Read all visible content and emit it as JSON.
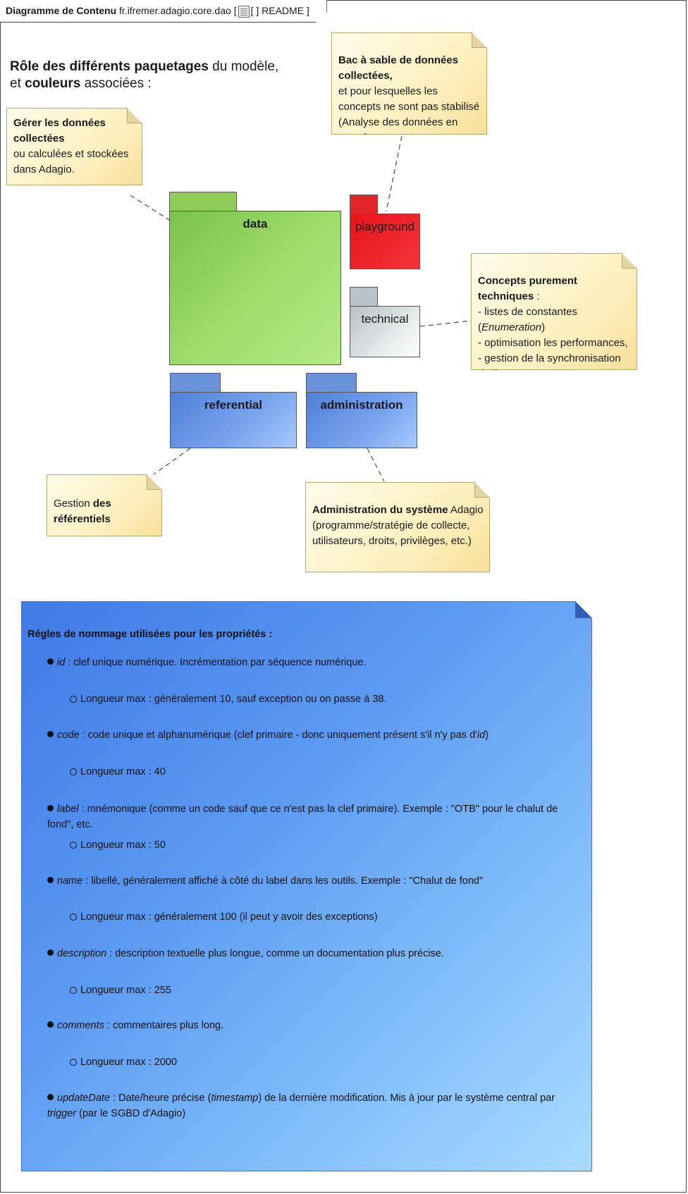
{
  "frame": {
    "kind": "Diagramme de Contenu",
    "package": "fr.ifremer.adagio.core.dao",
    "bracket_open": "[",
    "icon": "document-icon",
    "readme": "[ ] README ]"
  },
  "intro": {
    "bold1": "Rôle des différents paquetages",
    "text1": " du modèle,",
    "text2": "et ",
    "bold2": "couleurs",
    "text3": " associées :"
  },
  "notes": {
    "data": {
      "bold": "Gérer les données collectées",
      "text": "ou calculées et stockées dans Adagio."
    },
    "playground": {
      "bold": "Bac à sable de données collectées,",
      "text": "et pour lesquelles les concepts ne sont pas stabilisé (Analyse des données en cours)."
    },
    "technical": {
      "bold": "Concepts purement techniques",
      "suffix": " :",
      "line1_pre": "- listes de constantes (",
      "line1_em": "Enumeration",
      "line1_post": ")",
      "line2": "- optimisation les performances,",
      "line3": "- gestion de la synchronisation d'Allegro."
    },
    "referential": {
      "text": "Gestion ",
      "bold": "des référentiels"
    },
    "administration": {
      "bold": "Administration du système",
      "text1": " Adagio",
      "text2": "(programme/stratégie de collecte, utilisateurs, droits, privilèges, etc.)"
    }
  },
  "packages": {
    "data": "data",
    "playground": "playground",
    "technical": "technical",
    "referential": "referential",
    "administration": "administration"
  },
  "colors": {
    "data": "#8fd35f",
    "playground": "#ee1c24",
    "technical": "#d8dedf",
    "referential": "#6b98e6",
    "administration": "#6b98e6",
    "note": "#fdf0c0",
    "rules_note": "#5c9bf2"
  },
  "rules": {
    "title": "Régles de nommage utilisées pour les propriétés :",
    "items": [
      {
        "key": "id",
        "text": " : clef unique numérique. Incrémentation par séquence numérique.",
        "sub": "Longueur max : généralement 10, sauf exception ou on passe à 38."
      },
      {
        "key": "code",
        "text": " : code unique et alphanumérique (clef primaire - donc uniquement présent s'il n'y pas d'",
        "em2": "id",
        "text2": ")",
        "sub": "Longueur max : 40"
      },
      {
        "key": "label",
        "text": " : mnémonique (comme un code sauf que ce n'est pas la clef primaire). Exemple : \"OTB\" pour le chalut de fond\", etc.",
        "sub": "Longueur max : 50"
      },
      {
        "key": "name",
        "text": " : libellé, généralement affiché à côté du label dans les outils. Exemple : \"Chalut de fond\"",
        "sub": "Longueur max : généralement 100 (il peut y avoir des exceptions)"
      },
      {
        "key": "description",
        "text": " : description textuelle plus longue, comme un documentation plus précise.",
        "sub": "Longueur max : 255"
      },
      {
        "key": "comments",
        "text": " : commentaires plus long.",
        "sub": "Longueur max : 2000"
      },
      {
        "key": "updateDate",
        "text": " : Date/heure précise (",
        "em2": "timestamp",
        "text2": ") de la dernière modification. Mis à jour par le système central par ",
        "em3": "trigger",
        "text3": " (par le SGBD d'Adagio)"
      }
    ]
  }
}
